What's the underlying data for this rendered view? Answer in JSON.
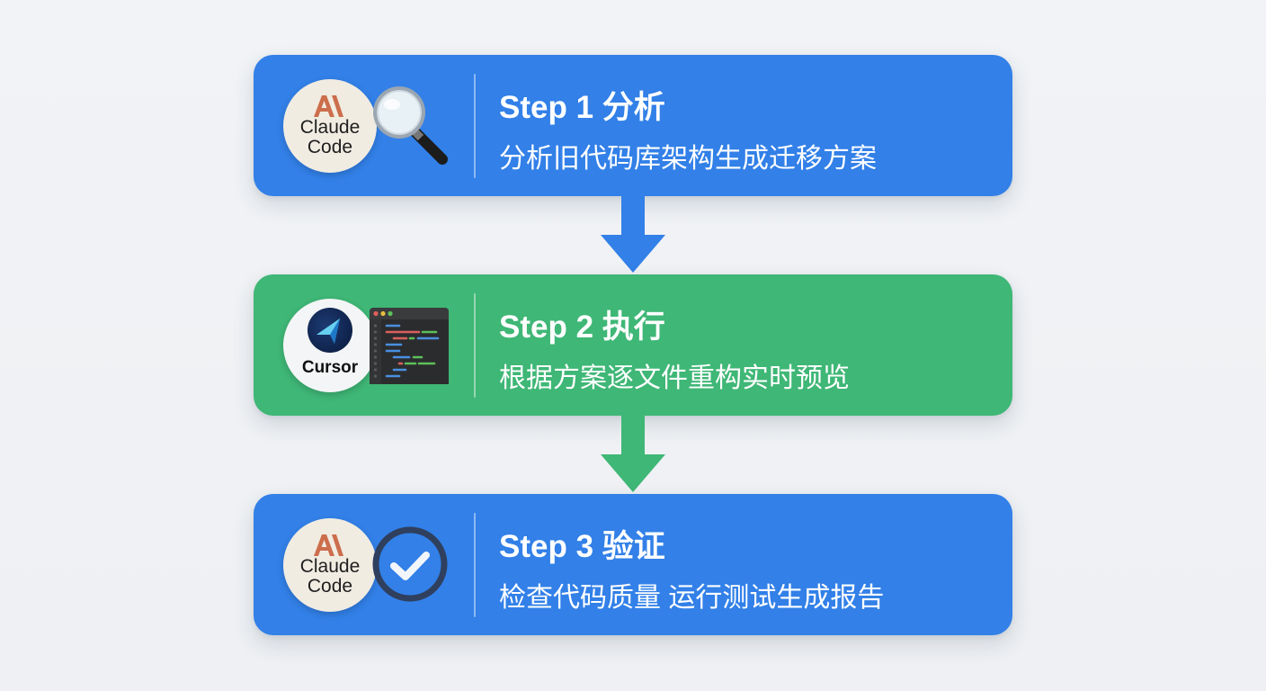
{
  "colors": {
    "background": "#eff1f4",
    "step_blue": "#3280e8",
    "step_green": "#3fb776",
    "claude_accent": "#cc6e4c",
    "text": "#ffffff"
  },
  "steps": [
    {
      "title": "Step 1 分析",
      "description": "分析旧代码库架构生成迁移方案",
      "tool": {
        "logo_mark": "AI\\\\",
        "name_line1": "Claude",
        "name_line2": "Code"
      },
      "icon": "magnifying-glass-icon",
      "color": "blue"
    },
    {
      "title": "Step 2 执行",
      "description": "根据方案逐文件重构实时预览",
      "tool": {
        "name": "Cursor"
      },
      "icon": "code-editor-icon",
      "color": "green"
    },
    {
      "title": "Step 3 验证",
      "description": "检查代码质量 运行测试生成报告",
      "tool": {
        "logo_mark": "AI\\\\",
        "name_line1": "Claude",
        "name_line2": "Code"
      },
      "icon": "checkmark-circle-icon",
      "color": "blue"
    }
  ],
  "arrows": [
    {
      "from": 1,
      "to": 2,
      "color": "#3280e8"
    },
    {
      "from": 2,
      "to": 3,
      "color": "#3fb776"
    }
  ]
}
